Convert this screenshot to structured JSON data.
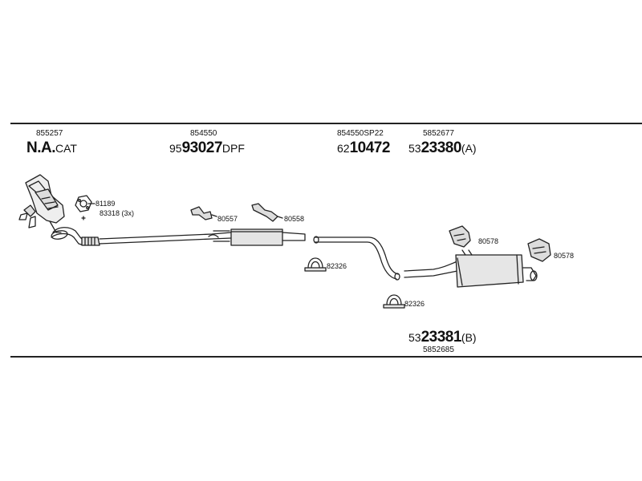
{
  "parts": {
    "p1": {
      "ref": "855257",
      "big": "N.A.",
      "small": "CAT"
    },
    "p2": {
      "ref": "854550",
      "prefix": "95",
      "big": "93027",
      "suffix": "DPF"
    },
    "p3": {
      "ref": "854550SP22",
      "prefix": "62",
      "big": "10472"
    },
    "p4": {
      "ref": "5852677",
      "prefix": "53",
      "big": "23380",
      "suffix": "(A)"
    },
    "p5": {
      "ref": "5852685",
      "prefix": "53",
      "big": "23381",
      "suffix": "(B)"
    }
  },
  "callouts": {
    "c81189": "81189",
    "c83318": "83318 (3x)",
    "c80557": "80557",
    "c80558": "80558",
    "c82326a": "82326",
    "c82326b": "82326",
    "c80578a": "80578",
    "c80578b": "80578"
  }
}
